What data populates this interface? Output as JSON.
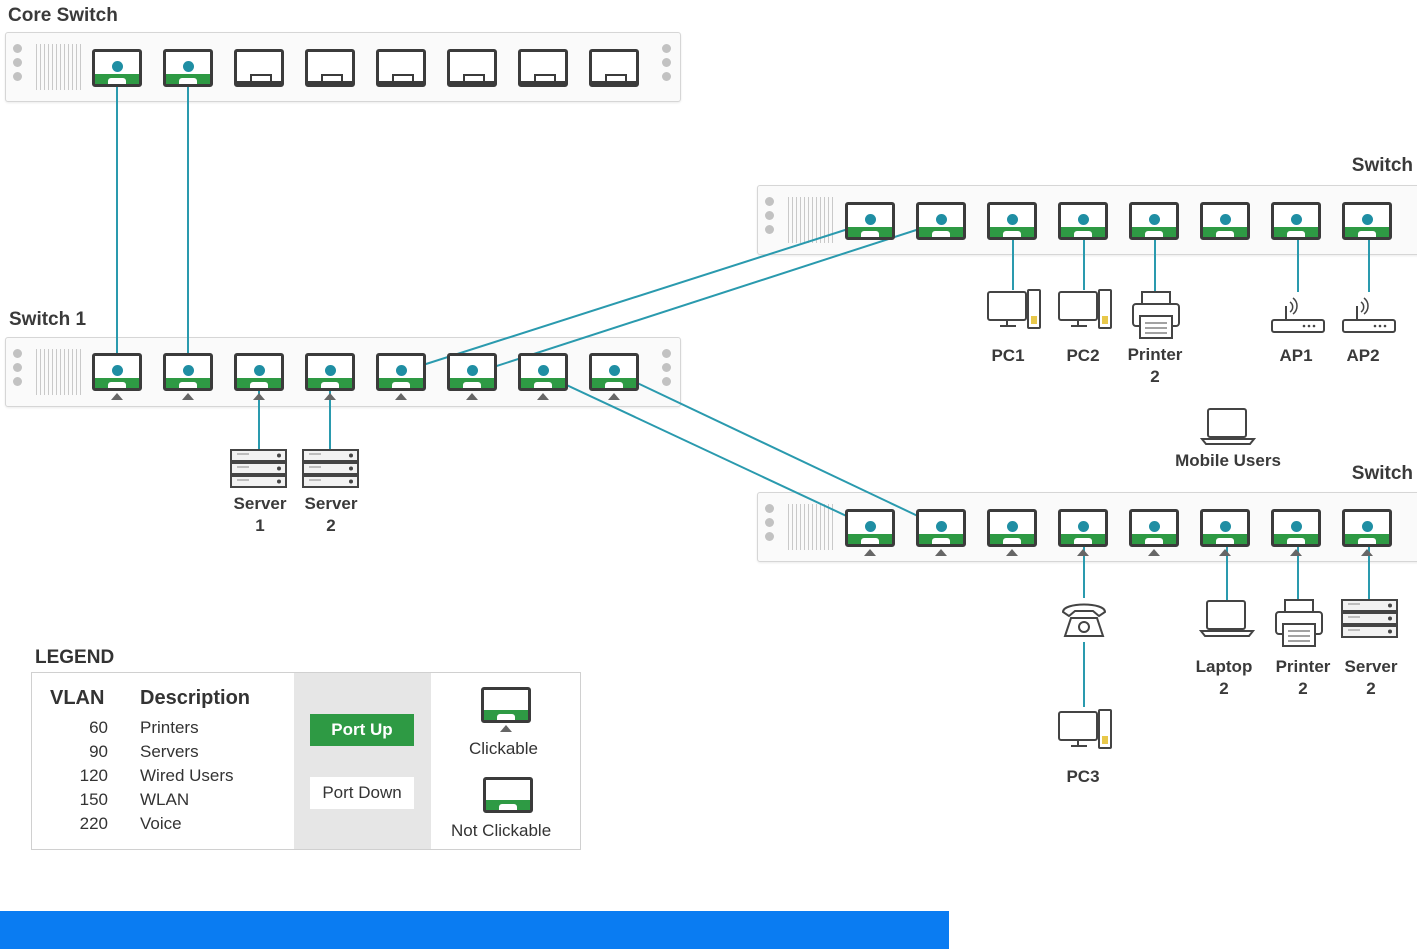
{
  "switches": {
    "core": {
      "label": "Core Switch"
    },
    "s1": {
      "label": "Switch 1"
    },
    "s2": {
      "label": "Switch"
    },
    "s3": {
      "label": "Switch"
    }
  },
  "ports": {
    "core": [
      "up",
      "up",
      "down",
      "down",
      "down",
      "down",
      "down",
      "down"
    ],
    "s1": [
      "up",
      "up",
      "up",
      "up",
      "up",
      "up",
      "up",
      "up"
    ],
    "s2": [
      "up",
      "up",
      "up",
      "up",
      "up",
      "up",
      "up",
      "up"
    ],
    "s3": [
      "up",
      "up",
      "up",
      "up",
      "up",
      "up",
      "up",
      "up"
    ]
  },
  "devices": {
    "server1": {
      "line1": "Server",
      "line2": "1",
      "icon": "server-icon"
    },
    "server2": {
      "line1": "Server",
      "line2": "2",
      "icon": "server-icon"
    },
    "pc1": {
      "line1": "PC1",
      "icon": "desktop-icon"
    },
    "pc2": {
      "line1": "PC2",
      "icon": "desktop-icon"
    },
    "printer_top": {
      "line1": "Printer",
      "line2": "2",
      "icon": "printer-icon"
    },
    "ap1": {
      "line1": "AP1",
      "icon": "access-point-icon"
    },
    "ap2": {
      "line1": "AP2",
      "icon": "access-point-icon"
    },
    "mobile": {
      "line1": "Mobile Users",
      "icon": "laptop-icon"
    },
    "phone": {
      "icon": "phone-icon"
    },
    "pc3": {
      "line1": "PC3",
      "icon": "desktop-icon"
    },
    "laptop2": {
      "line1": "Laptop",
      "line2": "2",
      "icon": "laptop-icon"
    },
    "printer_bot": {
      "line1": "Printer",
      "line2": "2",
      "icon": "printer-icon"
    },
    "server_bot": {
      "line1": "Server",
      "line2": "2",
      "icon": "server-icon"
    }
  },
  "legend": {
    "title": "LEGEND",
    "vlan_header": "VLAN",
    "desc_header": "Description",
    "rows": [
      {
        "vlan": "60",
        "desc": "Printers"
      },
      {
        "vlan": "90",
        "desc": "Servers"
      },
      {
        "vlan": "120",
        "desc": "Wired Users"
      },
      {
        "vlan": "150",
        "desc": "WLAN"
      },
      {
        "vlan": "220",
        "desc": "Voice"
      }
    ],
    "port_up": "Port Up",
    "port_down": "Port Down",
    "clickable": "Clickable",
    "not_clickable": "Not Clickable"
  },
  "colors": {
    "port_up": "#2e9a44",
    "link": "#1f8ea3",
    "bar": "#0a7cf2"
  }
}
